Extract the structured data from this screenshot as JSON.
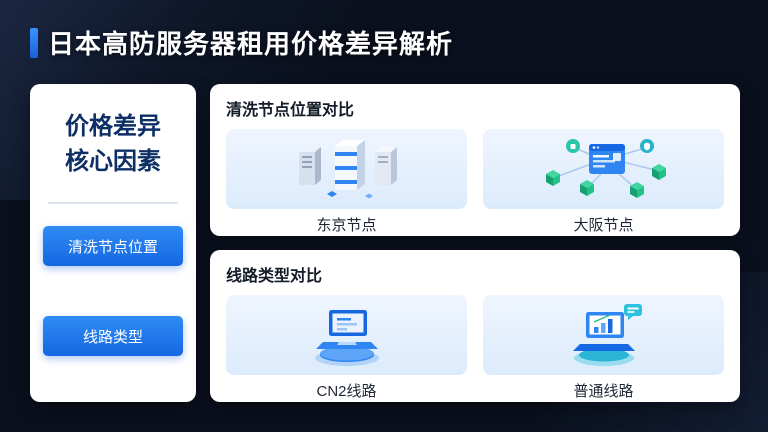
{
  "page": {
    "title": "日本高防服务器租用价格差异解析"
  },
  "sidebar": {
    "title_line1": "价格差异",
    "title_line2": "核心因素",
    "buttons": [
      {
        "label": "清洗节点位置"
      },
      {
        "label": "线路类型"
      }
    ]
  },
  "cards": [
    {
      "heading": "清洗节点位置对比",
      "items": [
        {
          "label": "东京节点",
          "icon": "server-rack-icon"
        },
        {
          "label": "大阪节点",
          "icon": "network-node-icon"
        }
      ]
    },
    {
      "heading": "线路类型对比",
      "items": [
        {
          "label": "CN2线路",
          "icon": "laptop-cn2-icon"
        },
        {
          "label": "普通线路",
          "icon": "laptop-chart-icon"
        }
      ]
    }
  ],
  "colors": {
    "background": "#0a101d",
    "accent_blue": "#1f7cf0",
    "deep_blue": "#0d2f66",
    "card_bg": "#ffffff",
    "panel_bg": "#e6f0fc",
    "green_cube": "#22c28a"
  }
}
